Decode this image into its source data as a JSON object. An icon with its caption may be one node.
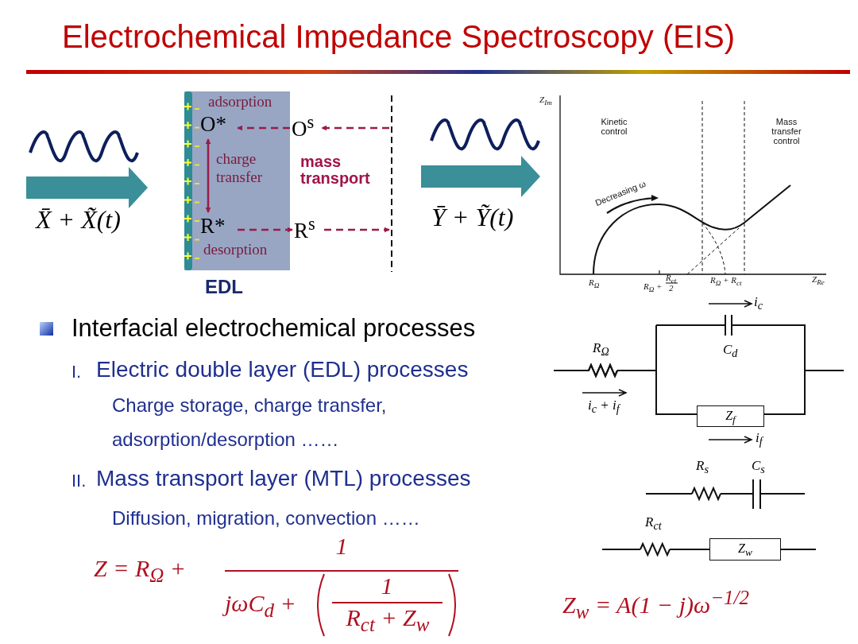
{
  "diagram": {
    "title": "Electrochemical Impedance Spectroscopy (EIS)",
    "nodes": [
      {
        "text": [
          "adsorption",
          "charge transfer",
          "desorption"
        ],
        "beside": [
          "EDL"
        ]
      },
      {
        "text": [
          "O*"
        ],
        "in": 0
      },
      {
        "text": [
          "R*"
        ],
        "in": 0
      },
      {
        "text": [
          "O$^{s}$"
        ]
      },
      {
        "text": [
          "R$^{s}$"
        ]
      },
      {
        "text": [
          "Z$_{f}$"
        ]
      },
      {
        "text": [
          "Z$_{w}$"
        ]
      }
    ],
    "edges": [
      {
        "from": null,
        "to": 3,
        "arrow": "to",
        "style": "dashed"
      },
      {
        "from": 3,
        "to": 1,
        "arrow": "to",
        "style": "dashed"
      },
      {
        "from": 2,
        "to": 4,
        "arrow": "to",
        "style": "dashed"
      },
      {
        "from": 4,
        "to": null,
        "arrow": "to",
        "style": "dashed"
      },
      {
        "from": 1,
        "to": 2,
        "arrow": "both"
      }
    ],
    "labels": [
      "X̄ + X̃(t)",
      "mass transport",
      "Ȳ + Ỹ(t)",
      "Z$_{Im}$",
      "Kinetic control",
      "Decreasing ω",
      "Mass transfer control",
      "R$_{Ω}$",
      "R$_{Ω}$ +",
      "R$_{ct}$",
      "2",
      "R$_{Ω}$ + R$_{ct}$",
      "Z$_{Re}$",
      "Interfacial electrochemical processes",
      "I.",
      "Electric double layer (EDL) processes",
      "Charge storage, charge transfer, adsorption/desorption ……",
      "II.",
      "Mass transport layer (MTL) processes",
      "Diffusion, migration, convection ……",
      "i$_{c}$",
      "C$_{d}$",
      "R$_{Ω}$",
      "i$_{c}$ + i$_{f}$",
      "i$_{f}$",
      "R$_{s}$",
      "C$_{s}$",
      "R$_{ct}$",
      "Z = R$_{Ω}$ +",
      "1",
      "jωC$_{d}$ +",
      "1",
      "R$_{ct}$ + Z$_{w}$",
      "Z$_{w}$ = A(1 − j)ω$^{−1/2}$"
    ]
  }
}
